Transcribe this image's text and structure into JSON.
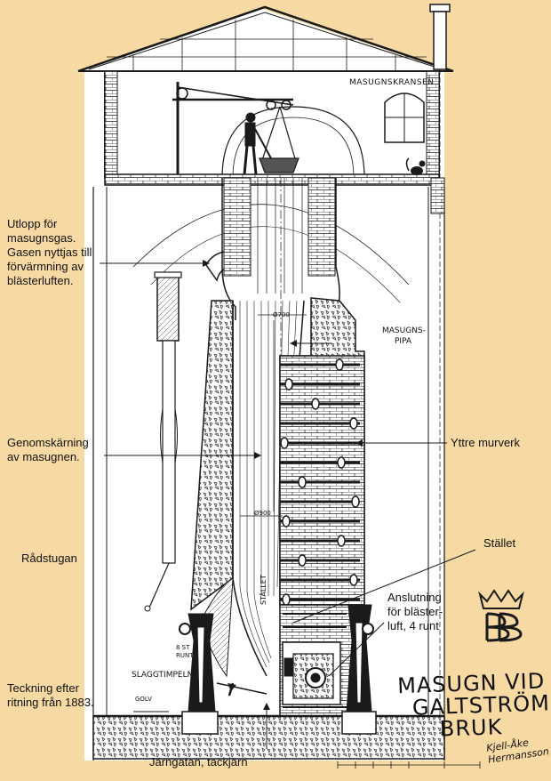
{
  "labels": {
    "gas_outlet": [
      "Utlopp för",
      "masugnsgas.",
      "Gasen nyttjas till",
      "förvärmning av",
      "blästerluften."
    ],
    "cross_section": [
      "Genomskärning",
      "av masugnen."
    ],
    "council_room": "Rådstugan",
    "drawing_note": [
      "Teckning efter",
      "ritning från 1883."
    ],
    "outer_masonry": "Yttre murverk",
    "hearth": "Stället",
    "blast_connection": [
      "Anslutning",
      "för bläster-",
      "luft, 4 runt"
    ],
    "iron_channel": "Järngatan, tackjärn"
  },
  "drawing_text": {
    "crane": "MASUGNSKRANSEN",
    "pipe": [
      "MASUGNS-",
      "PIPA"
    ],
    "slag": "SLAGGTIMPELN",
    "supports": [
      "8 ST",
      "RUNT"
    ],
    "floor": "GOLV",
    "hearth_vertical": "STÄLLET",
    "dim_top": "Ø700",
    "dim_mid": "Ø900"
  },
  "title": [
    "MASUGN VID",
    "GALTSTRÖMS",
    "BRUK"
  ],
  "artist": [
    "Kjell-Åke",
    "Hermansson"
  ],
  "colors": {
    "background": "#f6d9a3",
    "ink": "#1a1a1a",
    "paper": "#ffffff"
  }
}
